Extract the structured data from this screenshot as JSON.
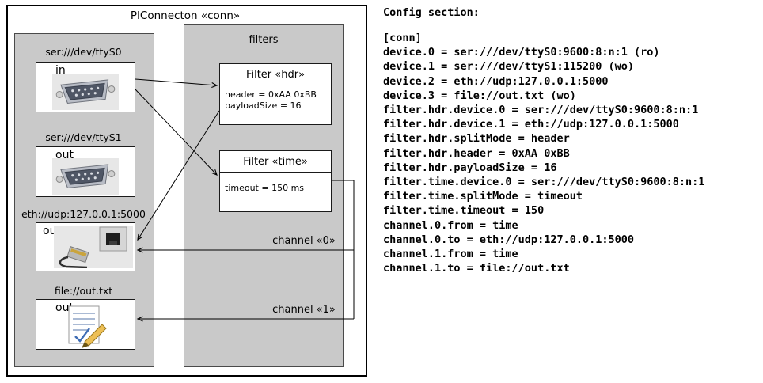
{
  "diagram": {
    "title": "PIConnecton «conn»",
    "filters_title": "filters",
    "devices": [
      {
        "label": "ser:///dev/ttyS0",
        "direction": "in",
        "icon": "serial-connector-icon"
      },
      {
        "label": "ser:///dev/ttyS1",
        "direction": "out",
        "icon": "serial-connector-icon"
      },
      {
        "label": "eth://udp:127.0.0.1:5000",
        "direction": "out/in",
        "icon": "ethernet-connector-icon"
      },
      {
        "label": "file://out.txt",
        "direction": "out",
        "icon": "document-pencil-icon"
      }
    ],
    "filters": [
      {
        "title": "Filter «hdr»",
        "props": [
          "header = 0xAA 0xBB",
          "payloadSize = 16"
        ]
      },
      {
        "title": "Filter «time»",
        "props": [
          "timeout = 150 ms"
        ]
      }
    ],
    "channels": [
      {
        "label": "channel «0»"
      },
      {
        "label": "channel «1»"
      }
    ]
  },
  "config": {
    "heading": "Config section:",
    "lines": [
      "[conn]",
      "device.0 = ser:///dev/ttyS0:9600:8:n:1 (ro)",
      "device.1 = ser:///dev/ttyS1:115200 (wo)",
      "device.2 = eth://udp:127.0.0.1:5000",
      "device.3 = file://out.txt (wo)",
      "filter.hdr.device.0 = ser:///dev/ttyS0:9600:8:n:1",
      "filter.hdr.device.1 = eth://udp:127.0.0.1:5000",
      "filter.hdr.splitMode = header",
      "filter.hdr.header = 0xAA 0xBB",
      "filter.hdr.payloadSize = 16",
      "filter.time.device.0 = ser:///dev/ttyS0:9600:8:n:1",
      "filter.time.splitMode = timeout",
      "filter.time.timeout = 150",
      "channel.0.from = time",
      "channel.0.to = eth://udp:127.0.0.1:5000",
      "channel.1.from = time",
      "channel.1.to = file://out.txt"
    ]
  },
  "colors": {
    "panel_gray": "#c9c9c9",
    "box_white": "#ffffff",
    "border_black": "#000000"
  }
}
